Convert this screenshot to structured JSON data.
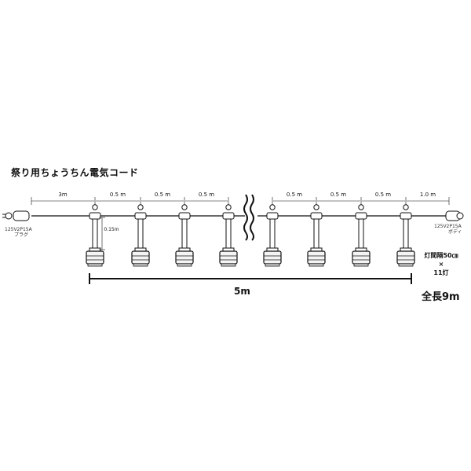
{
  "title": "祭り用ちょうちん電気コード",
  "dimensions": {
    "lead_left": "3m",
    "spacings_left": [
      "0.5 m",
      "0.5 m",
      "0.5 m"
    ],
    "spacings_right": [
      "0.5 m",
      "0.5 m",
      "0.5 m"
    ],
    "lead_right": "1.0 m",
    "drop": "0.15m",
    "span": "5m"
  },
  "plug": {
    "spec": "125V2P15A",
    "type": "プラグ"
  },
  "body_connector": {
    "spec": "125V2P15A",
    "type": "ボディ"
  },
  "spacing_note": {
    "line1": "灯間隔50㎝",
    "line2": "×",
    "line3": "11灯"
  },
  "total_length": "全長9m",
  "colors": {
    "line": "#111111",
    "socket": "#f2f2f2"
  }
}
